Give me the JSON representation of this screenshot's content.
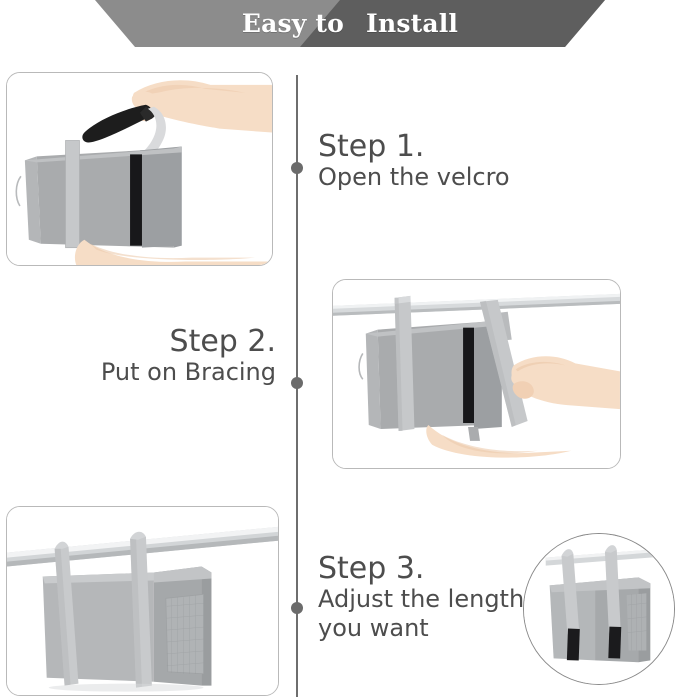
{
  "banner": {
    "name": "easy-to-install-banner",
    "words": [
      "Easy to",
      "Install"
    ],
    "full_text": "Easy to  Install",
    "left_fill": "#8c8c8c",
    "right_fill": "#5e5e5e",
    "text_color": "#ffffff"
  },
  "timeline": {
    "line_color": "#6e6e6e",
    "dot_color": "#6b6b6b",
    "dot_count": 3
  },
  "steps": [
    {
      "id": "step-1",
      "title": "Step 1.",
      "description": "Open the velcro",
      "align": "left"
    },
    {
      "id": "step-2",
      "title": "Step 2.",
      "description": "Put on Bracing",
      "align": "right"
    },
    {
      "id": "step-3",
      "title": "Step 3.",
      "description_line1": "Adjust the length",
      "description_line2": "you want",
      "align": "left"
    }
  ],
  "photos": [
    {
      "id": "photo-step-1",
      "alt": "Hands holding a folded gray bedside storage caddy with black velcro strap being opened",
      "shape": "rounded-rect"
    },
    {
      "id": "photo-step-2",
      "alt": "Gray caddy hung over a bed rail while a hand attaches the bracing strap",
      "shape": "rounded-rect"
    },
    {
      "id": "photo-step-3",
      "alt": "Gray caddy hanging from a bed rail with two adjustable straps",
      "shape": "rounded-rect"
    },
    {
      "id": "photo-step-3-detail",
      "alt": "Close-up circular inset of the caddy hanging with adjusted strap length",
      "shape": "circle"
    }
  ],
  "colors": {
    "background": "#ffffff",
    "text": "#4d4d4d",
    "card_border": "#b9b9b9",
    "fabric_gray": "#a9abad",
    "fabric_gray_dark": "#8e9194",
    "strap_gray": "#c3c5c7",
    "velcro_black": "#1d1d1d",
    "skin": "#f3d8c0",
    "rail_silver": "#d5d8da"
  }
}
